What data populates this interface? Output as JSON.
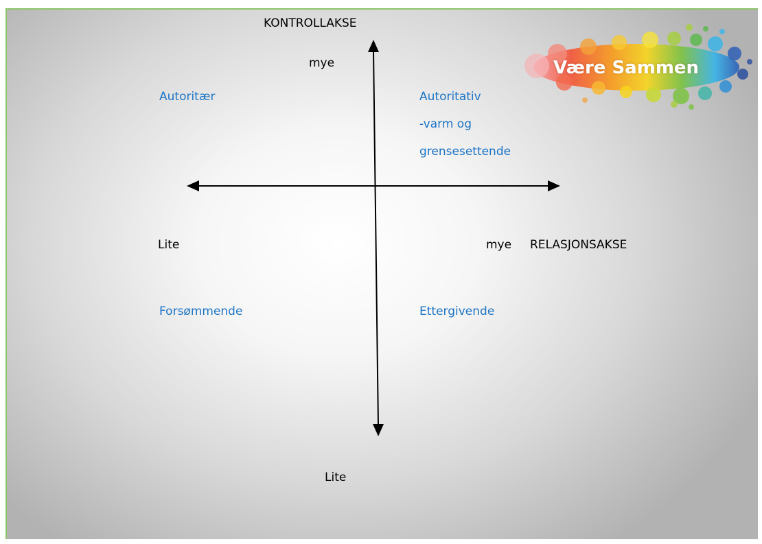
{
  "diagram": {
    "vertical_axis": {
      "title": "KONTROLLAKSE",
      "top_label": "mye",
      "bottom_label": "Lite"
    },
    "horizontal_axis": {
      "title": "RELASJONSAKSE",
      "left_label": "Lite",
      "right_label": "mye"
    },
    "quadrants": {
      "top_left": "Autoritær",
      "top_right_line1": "Autoritativ",
      "top_right_line2": "-varm og",
      "top_right_line3": "grensesettende",
      "bottom_left": "Forsømmende",
      "bottom_right": "Ettergivende"
    },
    "quadrant_text_color": "#1c74c6",
    "axis_color": "#000000"
  },
  "logo": {
    "text": "Være Sammen"
  }
}
